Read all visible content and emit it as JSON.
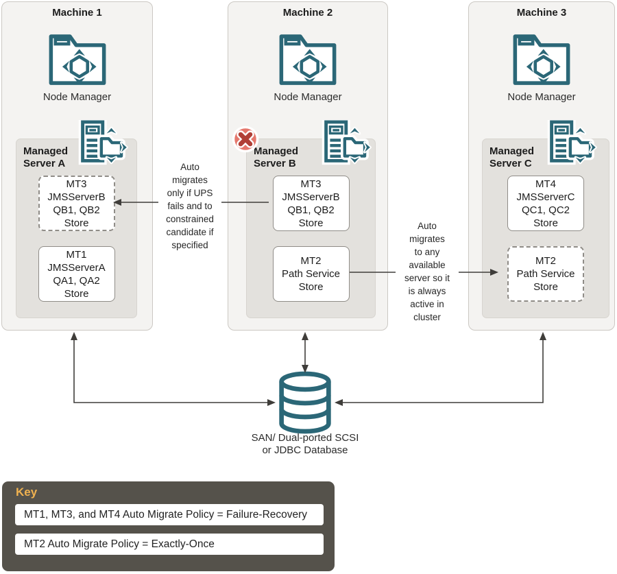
{
  "machines": [
    {
      "title": "Machine 1",
      "node_manager_label": "Node Manager",
      "server_name": "Managed\nServer A",
      "failed": false,
      "targets": [
        {
          "text": "MT3\nJMSServerB\nQB1, QB2\nStore",
          "dashed": true
        },
        {
          "text": "MT1\nJMSServerA\nQA1, QA2\nStore",
          "dashed": false
        }
      ]
    },
    {
      "title": "Machine 2",
      "node_manager_label": "Node Manager",
      "server_name": "Managed\nServer B",
      "failed": true,
      "targets": [
        {
          "text": "MT3\nJMSServerB\nQB1, QB2\nStore",
          "dashed": false
        },
        {
          "text": "MT2\nPath Service\nStore",
          "dashed": false
        }
      ]
    },
    {
      "title": "Machine 3",
      "node_manager_label": "Node Manager",
      "server_name": "Managed\nServer C",
      "failed": false,
      "targets": [
        {
          "text": "MT4\nJMSServerC\nQC1, QC2\nStore",
          "dashed": false
        },
        {
          "text": "MT2\nPath Service\nStore",
          "dashed": true
        }
      ]
    }
  ],
  "annotations": [
    {
      "text": "Auto\nmigrates\nonly if UPS\nfails and to\nconstrained\ncandidate if\nspecified"
    },
    {
      "text": "Auto\nmigrates\nto any\navailable\nserver so it\nis always\nactive in\ncluster"
    }
  ],
  "database": {
    "label": "SAN/ Dual-ported SCSI\nor JDBC Database"
  },
  "key": {
    "title": "Key",
    "entries": [
      "MT1, MT3, and MT4 Auto Migrate Policy = Failure-Recovery",
      "MT2 Auto Migrate Policy = Exactly-Once"
    ]
  },
  "icons": {
    "node_manager": "node-manager-folder-icon",
    "managed_server": "server-with-folder-icon",
    "failed_server": "failed-x-icon",
    "storage": "database-cylinder-icon"
  },
  "colors": {
    "teal": "#2b6777",
    "arrow": "#3f3d3a",
    "machine_bg": "#f4f3f1",
    "server_bg": "#e3e1dd",
    "key_bg": "#55524b",
    "key_title": "#f0b250",
    "fail_circle": "#e5776c",
    "fail_x": "#b03f36"
  }
}
